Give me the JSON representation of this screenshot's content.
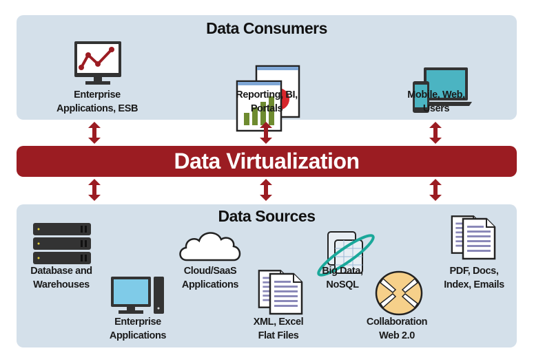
{
  "consumers": {
    "title": "Data Consumers",
    "items": [
      {
        "line1": "Enterprise",
        "line2": "Applications, ESB",
        "icon": "monitor-line-chart-icon"
      },
      {
        "line1": "Reporting, BI,",
        "line2": "Portals",
        "icon": "report-windows-icon"
      },
      {
        "line1": "Mobile, Web,",
        "line2": "Users",
        "icon": "mobile-laptop-icon"
      }
    ]
  },
  "virtualization": {
    "label": "Data Virtualization",
    "color": "#9b1c22"
  },
  "sources": {
    "title": "Data Sources",
    "items": [
      {
        "line1": "Database and",
        "line2": "Warehouses",
        "icon": "server-stack-icon"
      },
      {
        "line1": "Enterprise",
        "line2": "Applications",
        "icon": "desktop-computer-icon"
      },
      {
        "line1": "Cloud/SaaS",
        "line2": "Applications",
        "icon": "cloud-icon"
      },
      {
        "line1": "XML, Excel",
        "line2": "Flat Files",
        "icon": "documents-icon"
      },
      {
        "line1": "Big Data,",
        "line2": "NoSQL",
        "icon": "big-data-grid-icon"
      },
      {
        "line1": "Collaboration",
        "line2": "Web 2.0",
        "icon": "hands-circle-icon"
      },
      {
        "line1": "PDF, Docs,",
        "line2": "Index, Emails",
        "icon": "pdf-documents-icon"
      }
    ]
  }
}
